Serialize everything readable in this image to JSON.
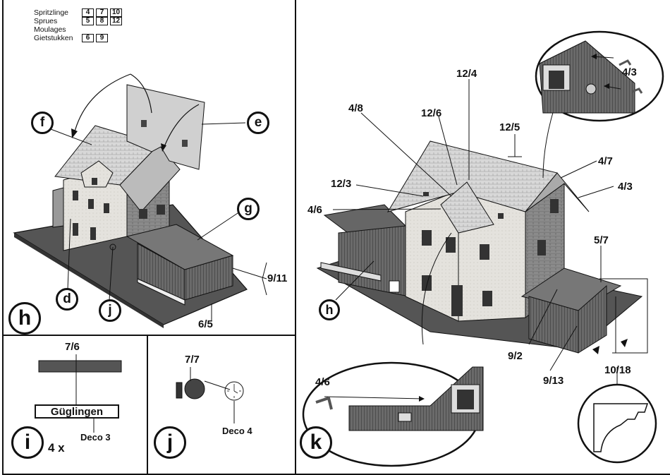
{
  "legend": {
    "rows": [
      {
        "label": "Spritzlinge",
        "parts": [
          "4",
          "7",
          "10"
        ]
      },
      {
        "label": "Sprues",
        "parts": [
          "5",
          "8",
          "12"
        ]
      },
      {
        "label": "Moulages",
        "parts": []
      },
      {
        "label": "Gietstukken",
        "parts": [
          "6",
          "9"
        ]
      }
    ]
  },
  "steps": {
    "h": "h",
    "i": "i",
    "j": "j",
    "k": "k",
    "d": "d",
    "e": "e",
    "f": "f",
    "g": "g",
    "j_small": "j"
  },
  "callouts": {
    "p9_11": "9/11",
    "p6_5": "6/5",
    "p7_6": "7/6",
    "p7_7": "7/7",
    "p12_4": "12/4",
    "p4_8": "4/8",
    "p12_6": "12/6",
    "p12_5": "12/5",
    "p12_3": "12/3",
    "p4_6": "4/6",
    "p4_7": "4/7",
    "p4_3_a": "4/3",
    "p4_3_b": "4/3",
    "p5_7": "5/7",
    "p9_2": "9/2",
    "p9_13": "9/13",
    "p10_18": "10/18",
    "p4_6_detail": "4/6"
  },
  "sign": {
    "text": "Güglingen"
  },
  "deco": {
    "deco3": "Deco 3",
    "deco4": "Deco 4",
    "qty": "4 x"
  }
}
